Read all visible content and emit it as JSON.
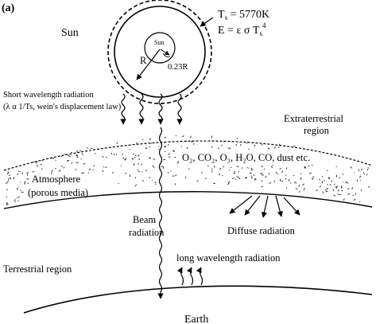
{
  "panel_label": "(a)",
  "sun": {
    "label": "Sun",
    "inner_label": "Sun",
    "radius_label": "R",
    "core_label": "0.23R",
    "temp_line": "T",
    "temp_sub": "s",
    "temp_value": " = 5770K",
    "energy_prefix": "E = ε σ T",
    "energy_sub": "s",
    "energy_sup": "4"
  },
  "short_wave": {
    "line1": "Short wavelength radiation",
    "line2": "(λ α 1/Ts, wein's displacement law)"
  },
  "extraterrestrial": {
    "line1": "Extraterrestrial",
    "line2": "region"
  },
  "gases": "O₂, CO₂, O₃, H₂O, CO, dust etc.",
  "atmosphere": {
    "line1": "Atmosphere",
    "line2": "(porous media)"
  },
  "beam": {
    "line1": "Beam",
    "line2": "radiation"
  },
  "diffuse": "Diffuse radiation",
  "terrestrial": "Terrestrial region",
  "long_wave": "long wavelength radiation",
  "earth": "Earth"
}
